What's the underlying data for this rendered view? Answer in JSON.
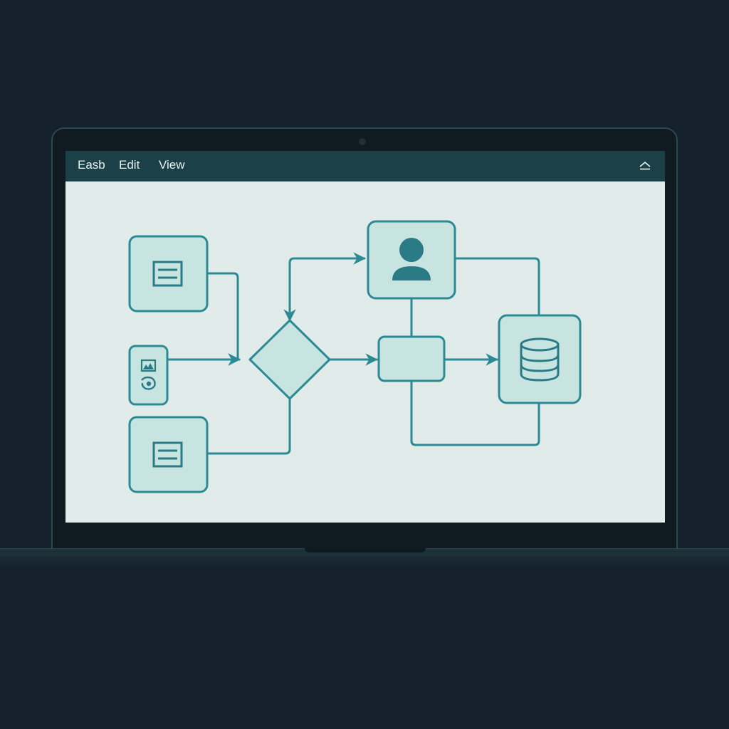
{
  "app": {
    "menu": [
      {
        "id": "file",
        "label": "Easb"
      },
      {
        "id": "edit",
        "label": "Edit"
      },
      {
        "id": "view",
        "label": "View"
      }
    ],
    "collapse_icon": "eject-icon"
  },
  "diagram": {
    "colors": {
      "node_fill": "#c7e4e1",
      "stroke": "#2b8a94",
      "icon": "#2a7b86",
      "canvas": "#e1ecea"
    },
    "nodes": [
      {
        "id": "doc-top",
        "type": "document",
        "icon": "document-icon"
      },
      {
        "id": "media-source",
        "type": "media",
        "icon": "image-icon"
      },
      {
        "id": "doc-bottom",
        "type": "document",
        "icon": "document-icon"
      },
      {
        "id": "decision",
        "type": "diamond"
      },
      {
        "id": "user",
        "type": "user",
        "icon": "user-icon"
      },
      {
        "id": "process",
        "type": "process"
      },
      {
        "id": "database",
        "type": "database",
        "icon": "database-icon"
      }
    ]
  }
}
